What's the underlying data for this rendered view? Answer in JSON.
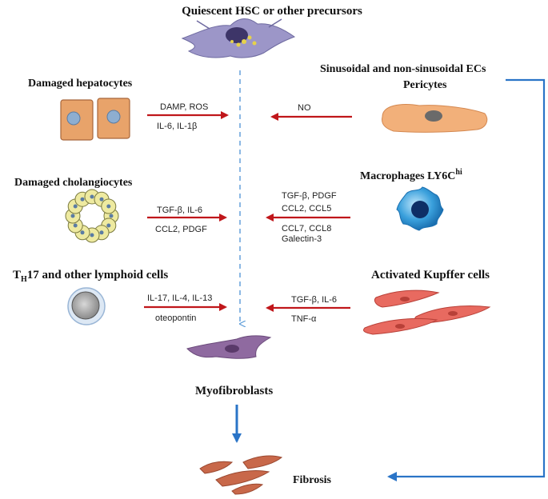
{
  "colors": {
    "red_arrow": "#c0161a",
    "blue_arrow": "#2a74c7",
    "dashed_line": "#5a9ad8",
    "hepatocyte": "#e8a36a",
    "pericyte": "#f2b07a",
    "cholangiocyte": "#eeeaa0",
    "macrophage": "#3aa0dc",
    "kupffer": "#e86a60",
    "myofibroblast": "#8f6aa0",
    "fibrosis": "#c8684a"
  },
  "diagram": {
    "top_label": "Quiescent HSC or other precursors",
    "left": {
      "hepatocytes": {
        "title": "Damaged hepatocytes",
        "signals_top": "DAMP, ROS",
        "signals_bottom": "IL-6, IL-1β"
      },
      "cholangiocytes": {
        "title": "Damaged cholangiocytes",
        "signals_top": "TGF-β, IL-6",
        "signals_bottom": "CCL2, PDGF"
      },
      "lymphoid": {
        "title_prefix": "T",
        "title_sub": "H",
        "title_suffix": "17 and other lymphoid cells",
        "signals_top": "IL-17, IL-4, IL-13",
        "signals_bottom": "oteopontin"
      }
    },
    "right": {
      "ecs": {
        "title_line1": "Sinusoidal and non-sinusoidal ECs",
        "title_line2": "Pericytes",
        "signal": "NO"
      },
      "macrophages": {
        "title": "Macrophages LY6C",
        "title_sup": "hi",
        "signals": [
          "TGF-β, PDGF",
          "CCL2, CCL5",
          "CCL7, CCL8",
          "Galectin-3"
        ]
      },
      "kupffer": {
        "title": "Activated Kupffer cells",
        "signals_top": "TGF-β, IL-6",
        "signals_bottom": "TNF-α"
      }
    },
    "myofibroblasts_label": "Myofibroblasts",
    "fibrosis_label": "Fibrosis"
  }
}
